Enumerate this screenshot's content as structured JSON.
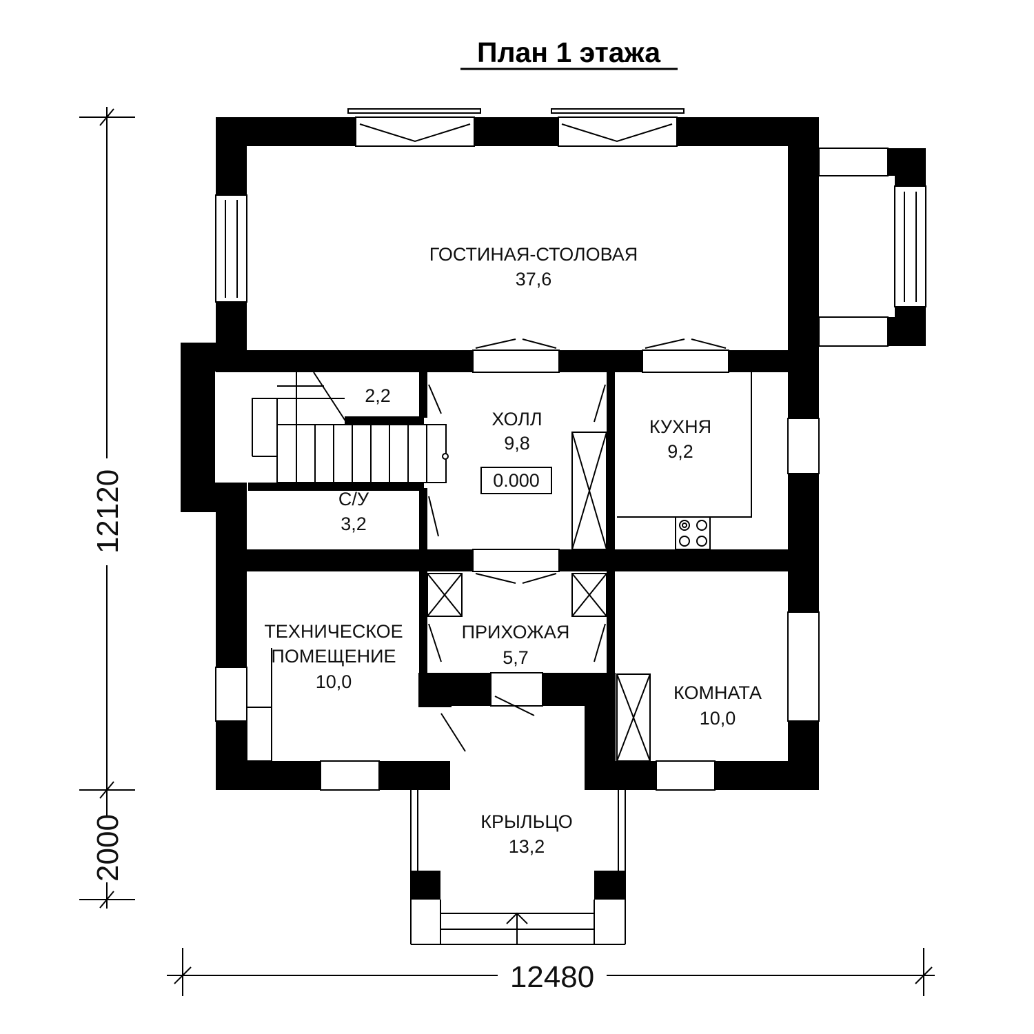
{
  "title": "План 1 этажа",
  "level_mark": "0.000",
  "rooms": {
    "living": {
      "name": "ГОСТИНАЯ-СТОЛОВАЯ",
      "area": "37,6"
    },
    "storage": {
      "area": "2,2"
    },
    "hall": {
      "name": "ХОЛЛ",
      "area": "9,8"
    },
    "kitchen": {
      "name": "КУХНЯ",
      "area": "9,2"
    },
    "wc": {
      "name": "С/У",
      "area": "3,2"
    },
    "tech": {
      "name_line1": "ТЕХНИЧЕСКОЕ",
      "name_line2": "ПОМЕЩЕНИЕ",
      "area": "10,0"
    },
    "entry": {
      "name": "ПРИХОЖАЯ",
      "area": "5,7"
    },
    "room": {
      "name": "КОМНАТА",
      "area": "10,0"
    },
    "porch": {
      "name": "КРЫЛЬЦО",
      "area": "13,2"
    }
  },
  "dimensions": {
    "height_main": "12120",
    "height_porch": "2000",
    "width_total": "12480"
  }
}
